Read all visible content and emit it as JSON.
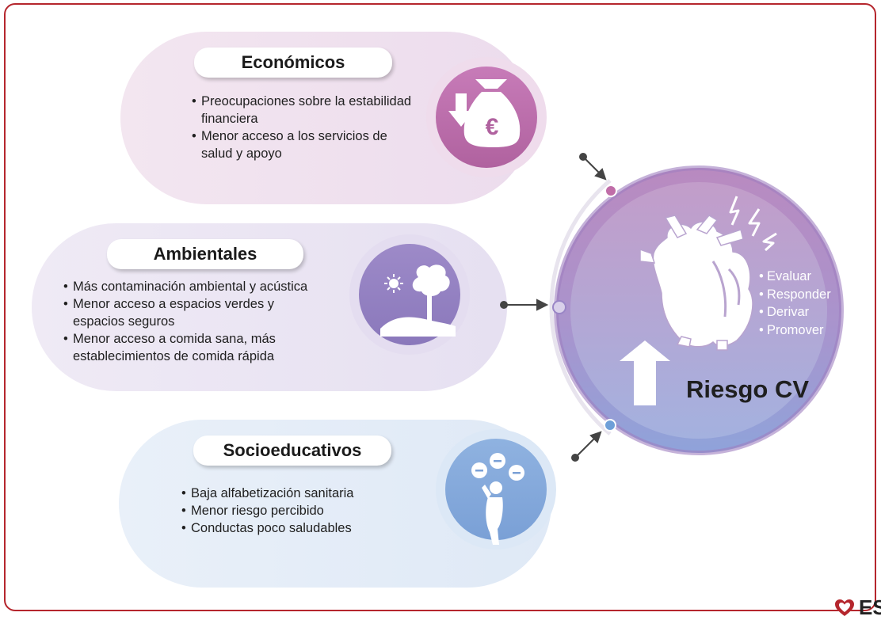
{
  "factors": [
    {
      "id": "economic",
      "title": "Económicos",
      "bullets": [
        "Preocupaciones sobre la estabilidad financiera",
        "Menor acceso a los servicios de salud y apoyo"
      ],
      "icon": "money-bag-euro-icon",
      "color": "#b5639f"
    },
    {
      "id": "environmental",
      "title": "Ambientales",
      "bullets": [
        "Más contaminación ambiental y acústica",
        "Menor acceso a espacios verdes y espacios seguros",
        "Menor acceso a comida sana, más establecimientos de comida rápida"
      ],
      "icon": "tree-landscape-icon",
      "color": "#8e7bbf"
    },
    {
      "id": "socioeducational",
      "title": "Socioeducativos",
      "bullets": [
        "Baja alfabetización sanitaria",
        "Menor riesgo percibido",
        "Conductas poco saludables"
      ],
      "icon": "stressed-person-icon",
      "color": "#7fa3d6"
    }
  ],
  "outcome": {
    "actions": [
      "Evaluar",
      "Responder",
      "Derivar",
      "Promover"
    ],
    "title": "Riesgo CV",
    "icon": "heart-icon"
  },
  "logo": {
    "text": "ESC"
  }
}
